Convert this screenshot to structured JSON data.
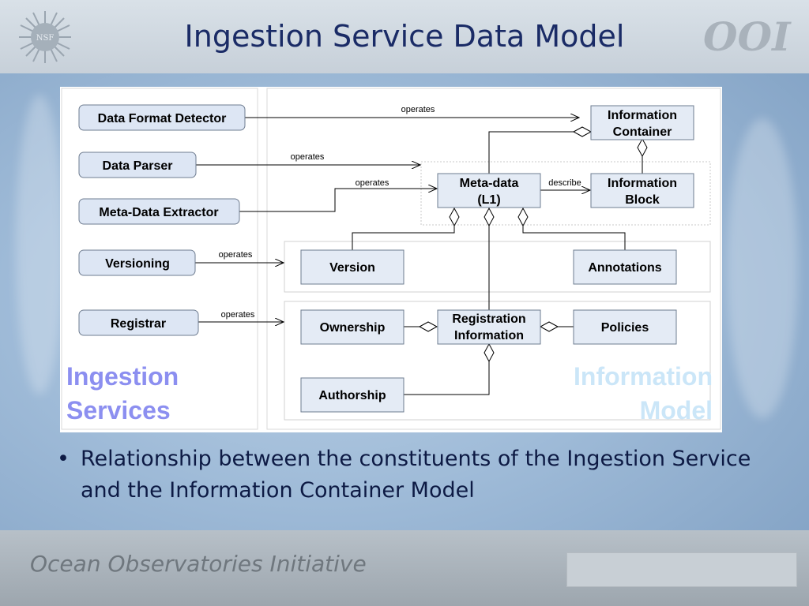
{
  "slide": {
    "title": "Ingestion Service Data Model",
    "bullet": "Relationship between the constituents of the Ingestion Service and the Information Container Model",
    "footer": "Ocean Observatories Initiative",
    "logo_left_text": "NSF",
    "logo_right_text": "OOI"
  },
  "diagram": {
    "services": [
      "Data Format Detector",
      "Data Parser",
      "Meta-Data Extractor",
      "Versioning",
      "Registrar"
    ],
    "information_container": [
      "Information",
      "Container"
    ],
    "information_block": [
      "Information",
      "Block"
    ],
    "metadata": [
      "Meta-data",
      "(L1)"
    ],
    "version": "Version",
    "annotations": "Annotations",
    "ownership": "Ownership",
    "registration": [
      "Registration",
      "Information"
    ],
    "policies": "Policies",
    "authorship": "Authorship",
    "edge_labels": {
      "operates": "operates",
      "describe": "describe"
    },
    "ingestion_label": [
      "Ingestion",
      "Services"
    ],
    "model_label": [
      "Information",
      "Model"
    ]
  },
  "colors": {
    "title": "#1a2b66",
    "service_fill": "#dde6f4",
    "box_fill": "#e4ebf5",
    "ingestion_label": "#8c8ff0",
    "model_label": "#cbe6f8"
  }
}
